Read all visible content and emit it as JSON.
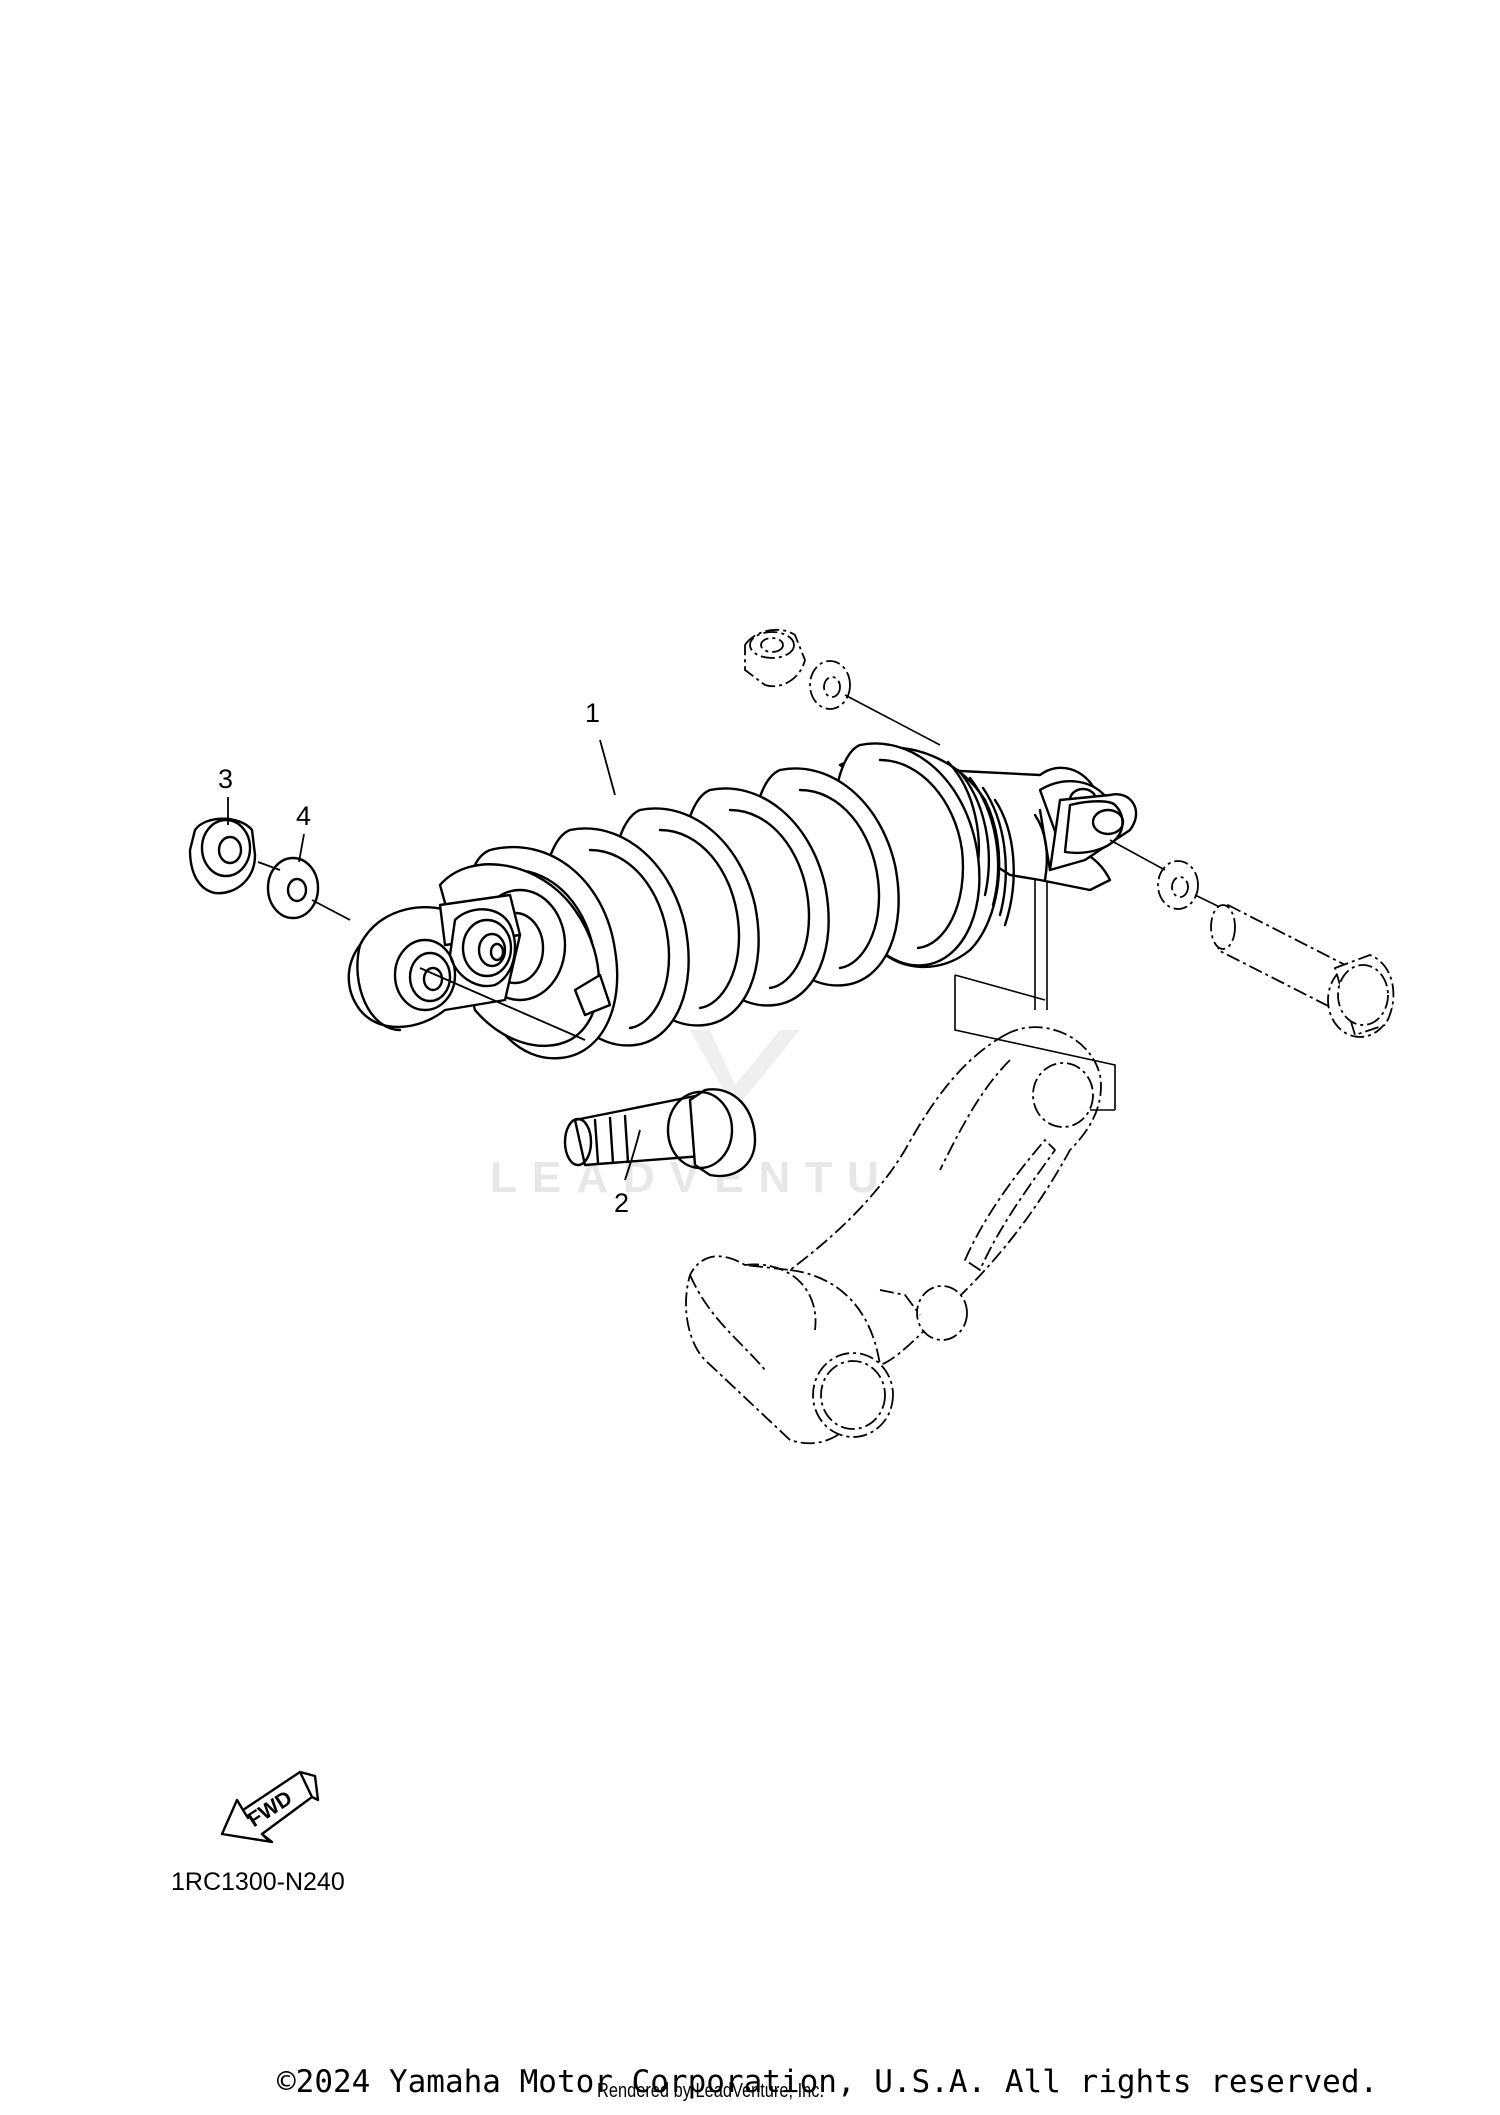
{
  "diagram": {
    "callouts": [
      {
        "number": "1",
        "part": "shock absorber"
      },
      {
        "number": "2",
        "part": "bolt"
      },
      {
        "number": "3",
        "part": "nut"
      },
      {
        "number": "4",
        "part": "washer"
      }
    ],
    "direction_label": "FWD",
    "diagram_code": "1RC1300-N240"
  },
  "watermark": {
    "text": "LEADVENTURE"
  },
  "footer": {
    "copyright": "©2024 Yamaha Motor Corporation, U.S.A. All rights reserved.",
    "rendered_by": "Rendered by LeadVenture, Inc."
  }
}
